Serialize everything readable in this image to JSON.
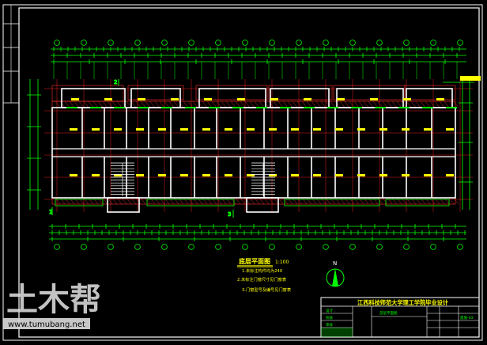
{
  "drawing": {
    "plan_title": "底层平面图",
    "plan_scale": "1:100",
    "north_label": "N",
    "section_marks": [
      "1",
      "2",
      "3"
    ],
    "notes": [
      "1.未标注构件均为240",
      "2.未标注门窗尺寸见门窗表",
      "3.门窗型号及编号见门窗表"
    ]
  },
  "title_block": {
    "school_title": "江西科技师范大学理工学院毕业设计",
    "drawing_name": "首层平面图",
    "row_labels": [
      "设计",
      "校核",
      "审核"
    ],
    "sheet_no": "建施-03"
  },
  "watermark": {
    "logo_text": "土木帮",
    "url": "www.tumubang.net"
  },
  "colors": {
    "frame": "#ffffff",
    "dim": "#00ff00",
    "wall": "#ffffff",
    "axis": "#ff2020",
    "hatch": "#ff3030",
    "text": "#ffff00",
    "accent": "#00ffff",
    "bar": "#d8d8d8"
  }
}
